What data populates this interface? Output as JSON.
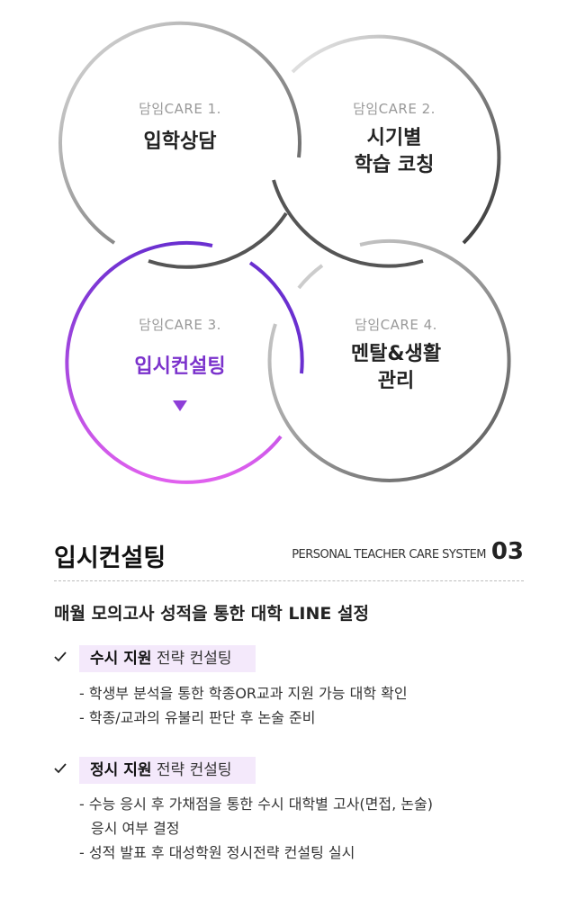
{
  "cares": [
    {
      "sub": "담임CARE 1.",
      "title_lines": [
        "입학상담"
      ]
    },
    {
      "sub": "담임CARE 2.",
      "title_lines": [
        "시기별",
        "학습 코칭"
      ]
    },
    {
      "sub": "담임CARE 3.",
      "title_lines": [
        "입시컨설팅"
      ],
      "active": true
    },
    {
      "sub": "담임CARE 4.",
      "title_lines": [
        "멘탈&생활",
        "관리"
      ]
    }
  ],
  "colors": {
    "accent_start": "#6a2fd0",
    "accent_end": "#e060ee",
    "ring_dark": "#555555",
    "ring_light": "#cccccc",
    "label_bg": "#f4e9fb"
  },
  "section": {
    "title": "입시컨설팅",
    "system": "PERSONAL TEACHER CARE SYSTEM",
    "number": "03",
    "headline": "매월 모의고사 성적을 통한 대학 LINE 설정"
  },
  "strategies": [
    {
      "icon": "check-icon",
      "bold": "수시 지원",
      "rest": "전략 컨설팅",
      "items": [
        [
          "- 학생부 분석을 통한 학종OR교과 지원 가능 대학 확인"
        ],
        [
          "- 학종/교과의 유불리 판단 후 논술 준비"
        ]
      ]
    },
    {
      "icon": "check-icon",
      "bold": "정시 지원",
      "rest": "전략 컨설팅",
      "items": [
        [
          "- 수능 응시 후 가채점을 통한 수시 대학별 고사(면접, 논술)",
          "응시 여부 결정"
        ],
        [
          "- 성적 발표 후 대성학원 정시전략 컨설팅 실시"
        ]
      ]
    }
  ]
}
